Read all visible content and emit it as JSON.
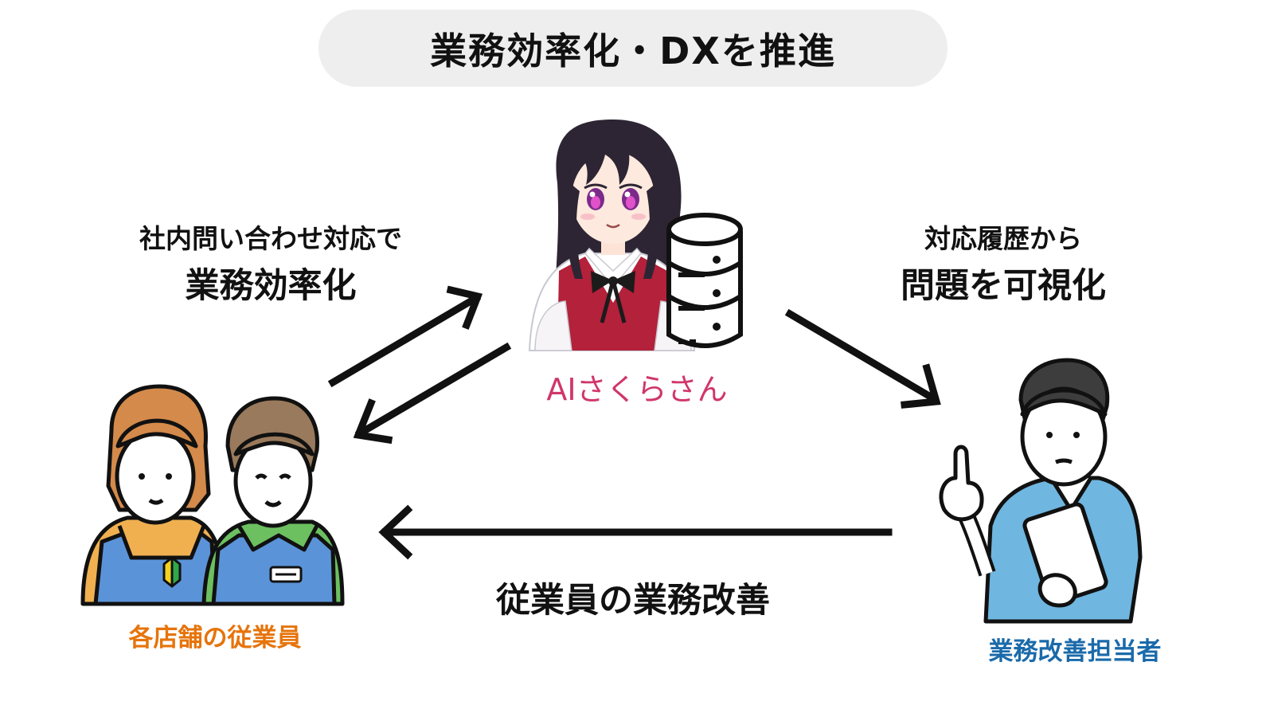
{
  "title": "業務効率化・DXを推進",
  "left_caption": {
    "line1": "社内問い合わせ対応で",
    "line2": "業務効率化"
  },
  "right_caption": {
    "line1": "対応履歴から",
    "line2": "問題を可視化"
  },
  "bottom_caption": "従業員の業務改善",
  "nodes": {
    "ai": {
      "label": "AIさくらさん",
      "color": "#d0366a",
      "icon": "anime-assistant-with-database-icon"
    },
    "staff": {
      "label": "各店舗の従業員",
      "color": "#e6740b",
      "icon": "store-staff-icon"
    },
    "manager": {
      "label": "業務改善担当者",
      "color": "#1a6aaa",
      "icon": "manager-with-tablet-icon"
    }
  },
  "colors": {
    "pill_background": "#eeeeee",
    "text": "#111111",
    "arrow": "#111111"
  }
}
